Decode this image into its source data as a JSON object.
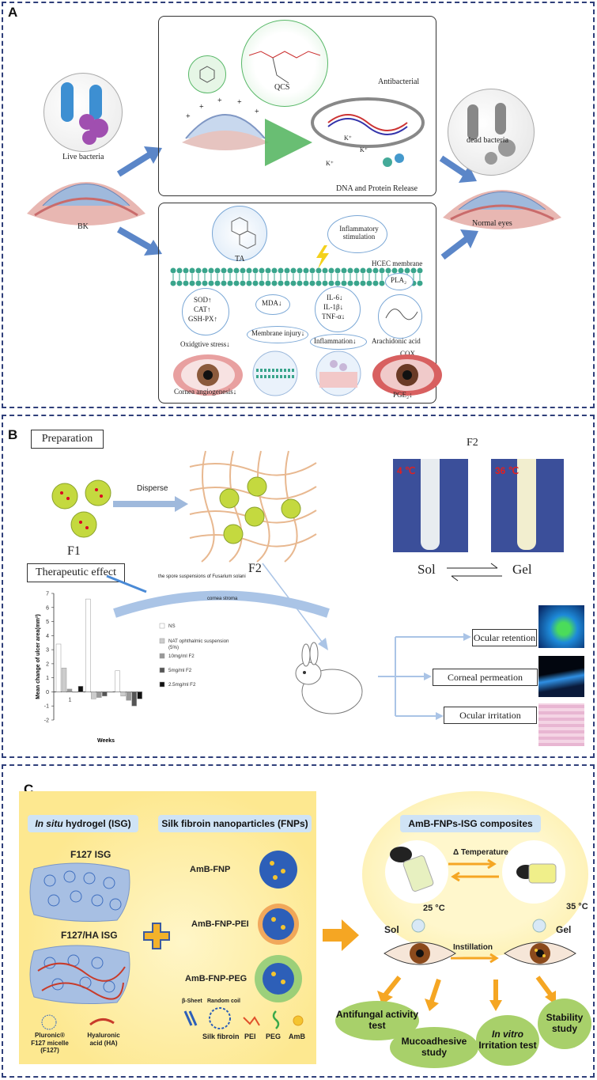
{
  "panelA": {
    "label": "A",
    "live_bacteria": "Live bacteria",
    "bk": "BK",
    "qcs": "QCS",
    "antibacterial": "Antibacterial",
    "dna_release": "DNA and Protein Release",
    "k_ion": "K⁺",
    "dead_bacteria": "dead bacteria",
    "normal_eyes": "Normal eyes",
    "ta": "TA",
    "inflammatory": "Inflammatory stimulation",
    "hcec": "HCEC membrane",
    "pla2": "PLA₂",
    "sod": "SOD↑",
    "cat": "CAT↑",
    "gsh": "GSH-PX↑",
    "mda": "MDA↓",
    "il6": "IL-6↓",
    "il1b": "IL-1β↓",
    "tnfa": "TNF-α↓",
    "arachidonic": "Arachidonic acid",
    "oxidative": "Oxidgtive stress↓",
    "membrane_injury": "Membrane injury↓",
    "inflammation": "Inflammation↓",
    "cox": "COX",
    "cornea_angio": "Cornea angiogenesis↓",
    "pge2": "PGE₂↓"
  },
  "panelB": {
    "label": "B",
    "preparation": "Preparation",
    "disperse": "Disperse",
    "f1": "F1",
    "f2": "F2",
    "f2_title": "F2",
    "temp_low": "4 ℃",
    "temp_high": "36 ℃",
    "sol": "Sol",
    "gel": "Gel",
    "therapeutic": "Therapeutic effect",
    "spore_label": "the spore suspensions of Fusarium solani",
    "cornea_stroma": "cornea stroma",
    "ocular_retention": "Ocular retention",
    "corneal_permeation": "Corneal permeation",
    "ocular_irritation": "Ocular irritation"
  },
  "chart_data": {
    "type": "bar",
    "title": "",
    "xlabel": "Weeks",
    "ylabel": "Mean change of ulcer area(mm²)",
    "ylim": [
      -2,
      7
    ],
    "yticks": [
      "7",
      "6",
      "5",
      "4",
      "3",
      "2",
      "1",
      "0",
      "-1",
      "-2"
    ],
    "categories": [
      "1",
      "",
      ""
    ],
    "series": [
      {
        "name": "NS",
        "color": "#ffffff",
        "values": [
          3.4,
          6.6,
          1.5
        ]
      },
      {
        "name": "NAT ophthalmic suspension (5%)",
        "color": "#cccccc",
        "values": [
          1.7,
          -0.5,
          -0.3
        ]
      },
      {
        "name": "10mg/ml F2",
        "color": "#999999",
        "values": [
          0.2,
          -0.4,
          -0.6
        ]
      },
      {
        "name": "5mg/ml F2",
        "color": "#555555",
        "values": [
          0.0,
          -0.3,
          -1.0
        ]
      },
      {
        "name": "2.5mg/ml F2",
        "color": "#111111",
        "values": [
          0.4,
          0.0,
          -0.5
        ]
      }
    ]
  },
  "panelC": {
    "label": "C",
    "isg_title_em": "In situ",
    "isg_title_rest": " hydrogel (ISG)",
    "fnp_title": "Silk fibroin nanoparticles (FNPs)",
    "f127_isg": "F127 ISG",
    "f127ha_isg": "F127/HA ISG",
    "amb_fnp": "AmB-FNP",
    "amb_fnp_pei": "AmB-FNP-PEI",
    "amb_fnp_peg": "AmB-FNP-PEG",
    "pluronic": "Pluronic® F127 micelle (F127)",
    "hyaluronic": "Hyaluronic acid (HA)",
    "beta_sheet": "β-Sheet",
    "random_coil": "Random coil",
    "silk_fibroin": "Silk fibroin",
    "pei": "PEI",
    "peg": "PEG",
    "amb": "AmB",
    "composites": "AmB-FNPs-ISG composites",
    "delta_temp": "Δ Temperature",
    "t25": "25 °C",
    "t35": "35 °C",
    "sol": "Sol",
    "gel": "Gel",
    "instillation": "Instillation",
    "antifungal": "Antifungal activity test",
    "mucoadhesive": "Mucoadhesive study",
    "invitro_em": "In vitro",
    "irritation": "Irritation test",
    "stability": "Stability study"
  }
}
